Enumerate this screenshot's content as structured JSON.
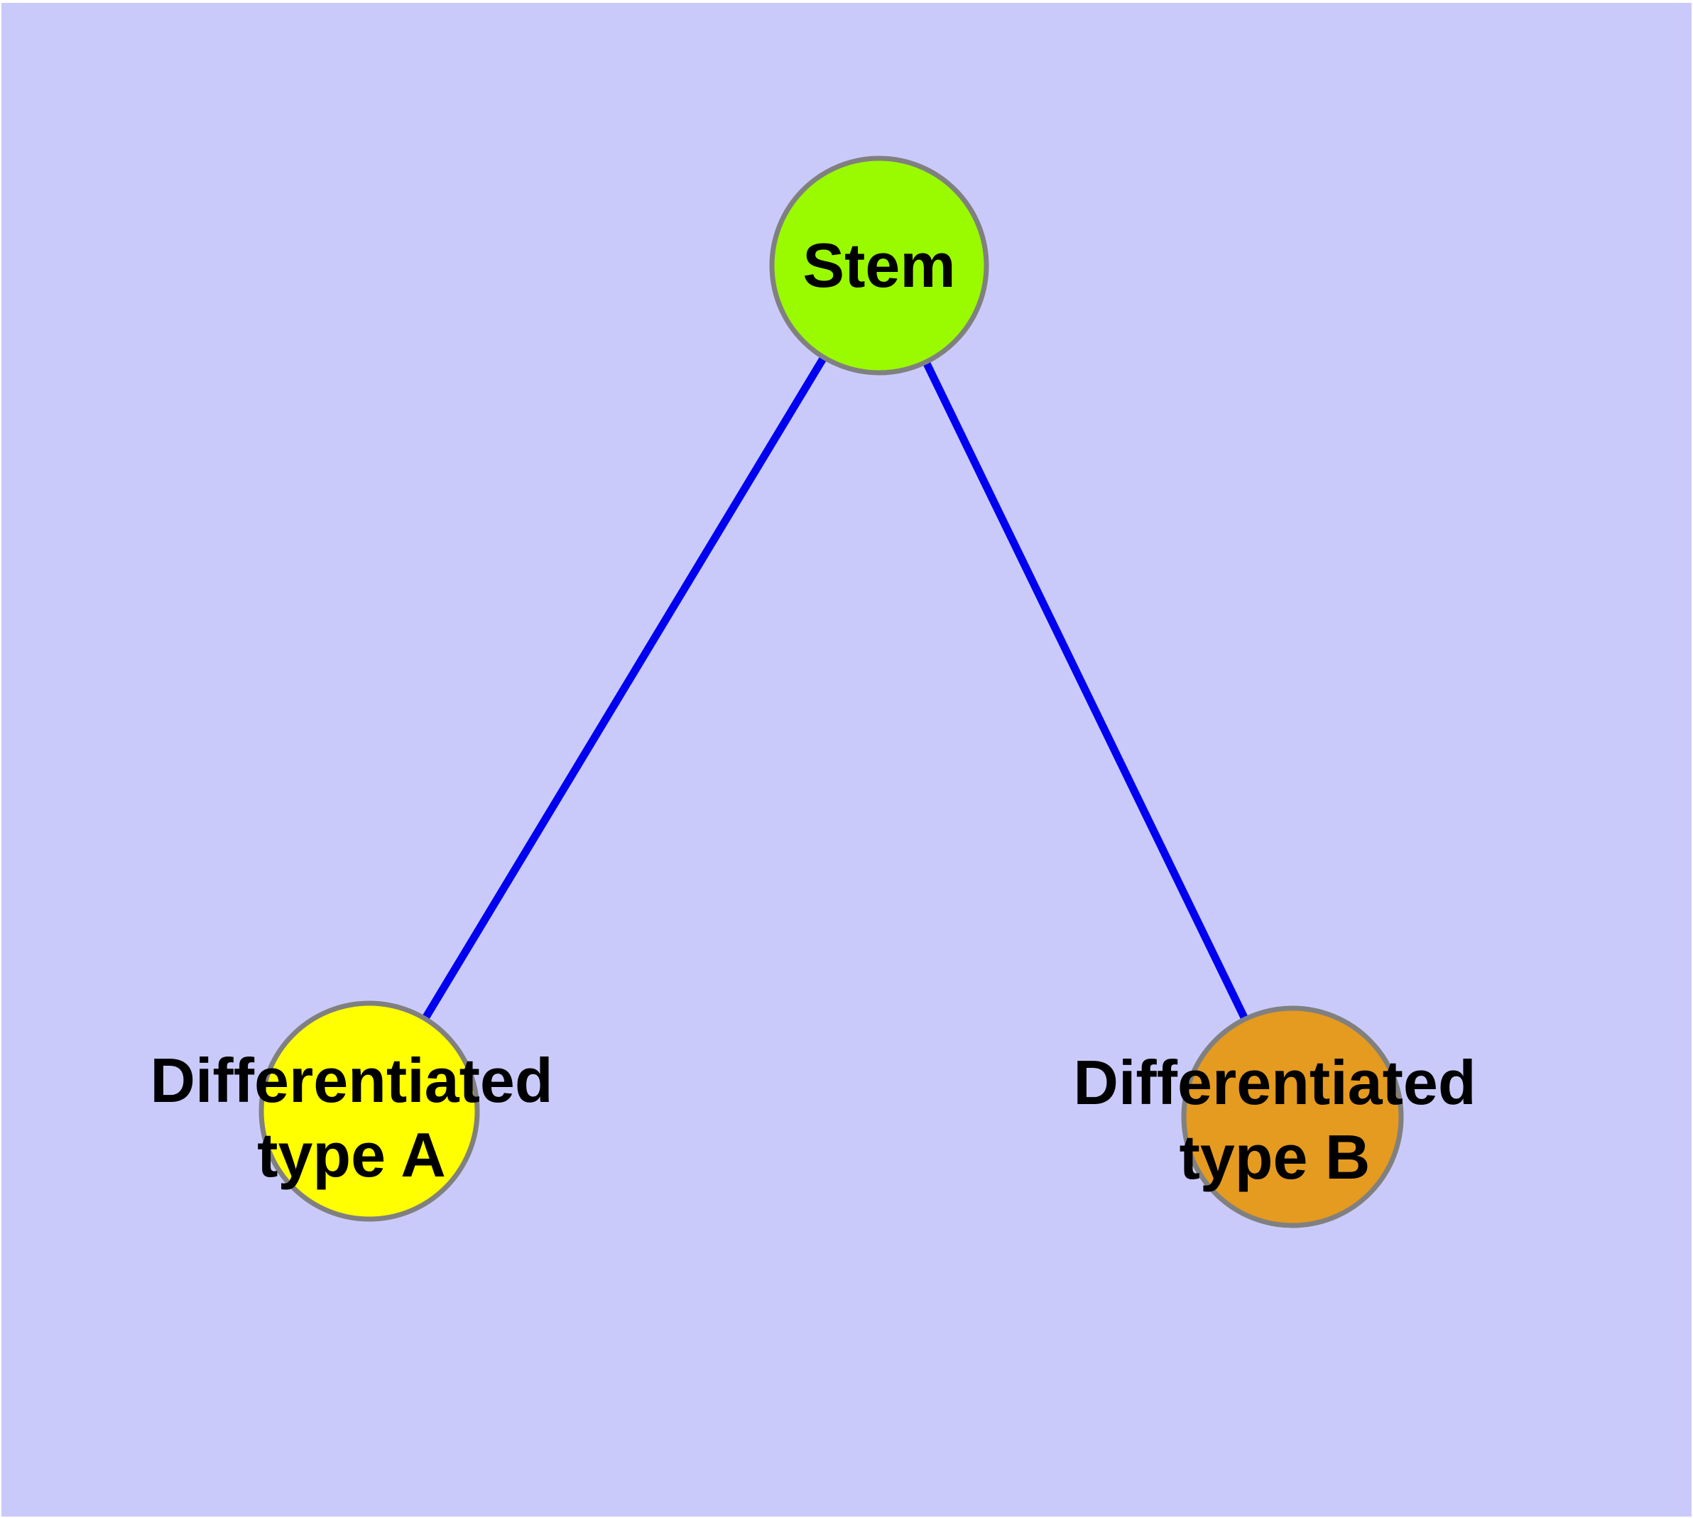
{
  "diagram": {
    "colors": {
      "background": "#CACAFA",
      "frame": "#FFFFFF",
      "edge": "#0000F0",
      "node_border": "#808080",
      "label_text": "#000000"
    },
    "nodes": {
      "stem": {
        "label": "Stem",
        "fill": "#9AFA00"
      },
      "typeA": {
        "label": "Differentiated type A",
        "line1": "Differentiated",
        "line2": "type A",
        "fill": "#FFFF00"
      },
      "typeB": {
        "label": "Differentiated type B",
        "line1": "Differentiated",
        "line2": "type B",
        "fill": "#E59A20"
      }
    },
    "edges": [
      {
        "from": "stem",
        "to": "typeA"
      },
      {
        "from": "stem",
        "to": "typeB"
      }
    ]
  }
}
